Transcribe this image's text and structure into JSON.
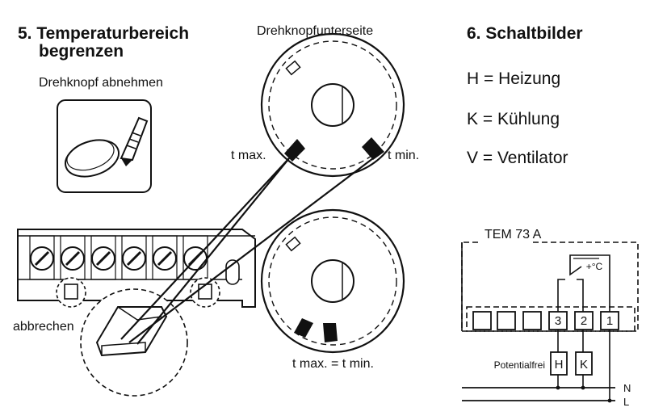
{
  "section5": {
    "title_line1": "5. Temperaturbereich",
    "title_line2": "begrenzen",
    "knob_remove_label": "Drehknopf abnehmen",
    "knob_underside_label": "Drehknopfunterseite",
    "tmax_label": "t max.",
    "tmin_label": "t min.",
    "tmax_eq_tmin_label": "t max. = t min.",
    "break_off_label": "abbrechen"
  },
  "section6": {
    "title": "6. Schaltbilder",
    "legend": [
      "H = Heizung",
      "K = Kühlung",
      "V = Ventilator"
    ],
    "device_label": "TEM 73 A",
    "temp_symbol": "+°C",
    "terminals": [
      "3",
      "2",
      "1"
    ],
    "loads": [
      "H",
      "K"
    ],
    "potential_free_label": "Potentialfrei",
    "line_n": "N",
    "line_l": "L"
  },
  "icons": {
    "knob": "knob-removal-icon",
    "terminal_block": "terminal-block-icon"
  }
}
